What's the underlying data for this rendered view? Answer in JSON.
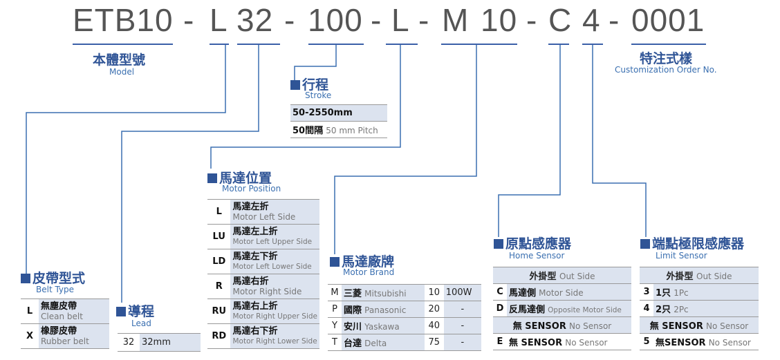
{
  "code_parts": [
    "ETB10",
    "-",
    "L",
    "32",
    "-",
    "100",
    "-",
    "L",
    "-",
    "M",
    "10",
    "-",
    "C",
    "4",
    "-",
    "0001"
  ],
  "model": {
    "title": "本體型號",
    "sub": "Model"
  },
  "customization": {
    "title": "特注式樣",
    "sub": "Customization Order No."
  },
  "stroke": {
    "title": "行程",
    "sub": "Stroke",
    "row1": "50-2550mm",
    "row2_main": "50間隔",
    "row2_en": "50 mm Pitch"
  },
  "motor_position": {
    "title": "馬達位置",
    "sub": "Motor Position",
    "rows": [
      {
        "code": "L",
        "zh": "馬達左折",
        "en": "Motor Left Side"
      },
      {
        "code": "LU",
        "zh": "馬達左上折",
        "en": "Motor Left Upper Side"
      },
      {
        "code": "LD",
        "zh": "馬達左下折",
        "en": "Motor Left Lower Side"
      },
      {
        "code": "R",
        "zh": "馬達右折",
        "en": "Motor Right Side"
      },
      {
        "code": "RU",
        "zh": "馬達右上折",
        "en": "Motor Right Upper Side"
      },
      {
        "code": "RD",
        "zh": "馬達右下折",
        "en": "Motor Right Lower Side"
      }
    ]
  },
  "belt_type": {
    "title": "皮帶型式",
    "sub": "Belt Type",
    "rows": [
      {
        "code": "L",
        "zh": "無塵皮帶",
        "en": "Clean belt"
      },
      {
        "code": "X",
        "zh": "橡膠皮帶",
        "en": "Rubber belt"
      }
    ]
  },
  "lead": {
    "title": "導程",
    "sub": "Lead",
    "code": "32",
    "value": "32mm"
  },
  "motor_brand": {
    "title": "馬達廠牌",
    "sub": "Motor Brand",
    "rows": [
      {
        "code": "M",
        "zh": "三菱",
        "en": "Mitsubishi",
        "w": "10",
        "p": "100W"
      },
      {
        "code": "P",
        "zh": "國際",
        "en": "Panasonic",
        "w": "20",
        "p": "-"
      },
      {
        "code": "Y",
        "zh": "安川",
        "en": "Yaskawa",
        "w": "40",
        "p": "-"
      },
      {
        "code": "T",
        "zh": "台達",
        "en": "Delta",
        "w": "75",
        "p": "-"
      }
    ]
  },
  "home_sensor": {
    "title": "原點感應器",
    "sub": "Home Sensor",
    "header_zh": "外掛型",
    "header_en": "Out Side",
    "rows": [
      {
        "code": "C",
        "zh": "馬達側",
        "en": "Motor Side"
      },
      {
        "code": "D",
        "zh": "反馬達側",
        "en": "Opposite Motor Side"
      }
    ],
    "no_sensor_zh": "無 SENSOR",
    "no_sensor_en": "No Sensor",
    "e_code": "E",
    "e_zh": "無 SENSOR",
    "e_en": "No Sensor"
  },
  "limit_sensor": {
    "title": "端點極限感應器",
    "sub": "Limit Sensor",
    "header_zh": "外掛型",
    "header_en": "Out Side",
    "rows": [
      {
        "code": "3",
        "zh": "1只",
        "en": "1Pc"
      },
      {
        "code": "4",
        "zh": "2只",
        "en": "2Pc"
      }
    ],
    "no_sensor_zh": "無 SENSOR",
    "no_sensor_en": "No Sensor",
    "five_code": "5",
    "five_zh": "無SENSOR",
    "five_en": "No Sensor"
  }
}
